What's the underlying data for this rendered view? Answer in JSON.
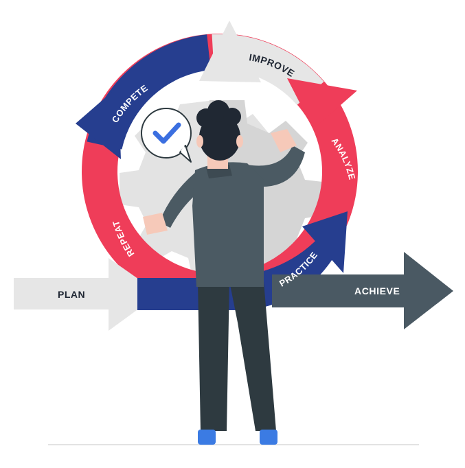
{
  "labels": {
    "plan": "PLAN",
    "achieve": "ACHIEVE",
    "compete": "COMPETE",
    "improve": "IMPROVE",
    "analyze": "ANALYZE",
    "practice": "PRACTICE",
    "repeat": "REPEAT"
  },
  "colors": {
    "red": "#EF3D59",
    "navy": "#263E8F",
    "light_gray": "#E6E6E6",
    "slate": "#4A5963",
    "gear": "#E3E3E3",
    "suit": "#4B5A63",
    "pants": "#2E3A40",
    "hair": "#202833",
    "skin": "#F6C9B9",
    "shoe": "#3B7BE3",
    "check": "#3B6FE0"
  },
  "icons": {
    "speech_bubble": "checkmark-speech-bubble-icon",
    "gear": "gear-icon"
  }
}
